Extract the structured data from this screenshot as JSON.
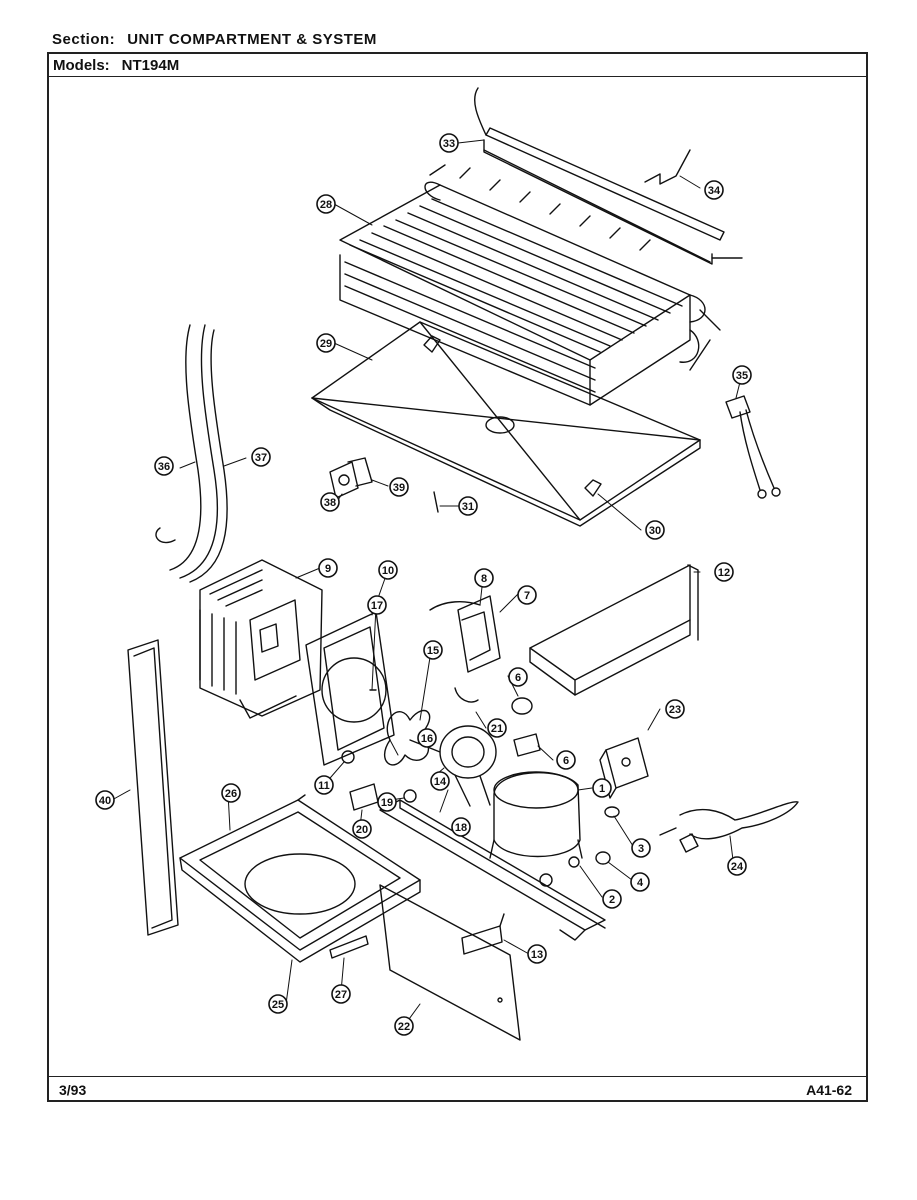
{
  "header": {
    "section_label": "Section:",
    "section_value": "UNIT COMPARTMENT & SYSTEM",
    "models_label": "Models:",
    "models_value": "NT194M"
  },
  "footer": {
    "date": "3/93",
    "page_code": "A41-62"
  },
  "callouts": [
    "1",
    "2",
    "3",
    "4",
    "6",
    "6",
    "7",
    "8",
    "9",
    "10",
    "11",
    "12",
    "13",
    "14",
    "15",
    "16",
    "17",
    "18",
    "19",
    "20",
    "21",
    "22",
    "23",
    "24",
    "25",
    "26",
    "27",
    "28",
    "29",
    "30",
    "31",
    "33",
    "34",
    "35",
    "36",
    "37",
    "38",
    "39",
    "40"
  ]
}
